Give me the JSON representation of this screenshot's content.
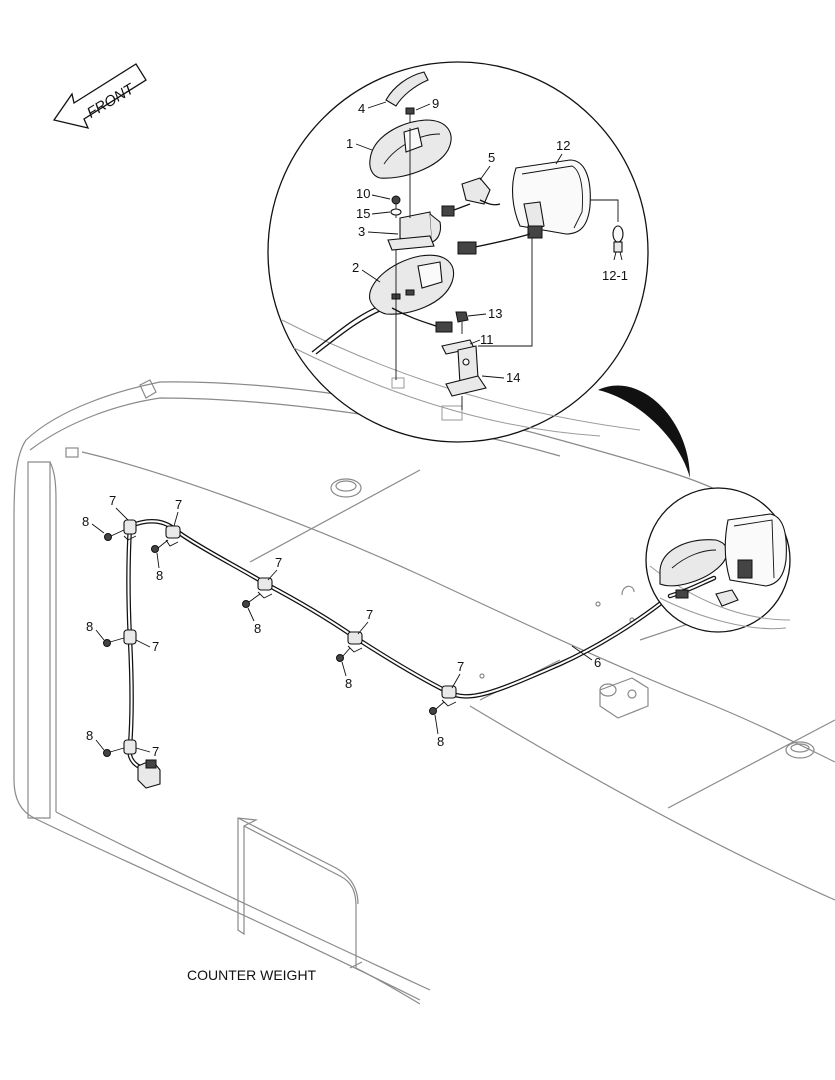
{
  "caption": "COUNTER WEIGHT",
  "front_label": "FRONT",
  "callouts": {
    "c1": "1",
    "c2": "2",
    "c3": "3",
    "c4": "4",
    "c5": "5",
    "c9": "9",
    "c10": "10",
    "c11": "11",
    "c12": "12",
    "c12_1": "12-1",
    "c13": "13",
    "c14": "14",
    "c15": "15",
    "c6": "6",
    "c7": "7",
    "c8": "8"
  }
}
